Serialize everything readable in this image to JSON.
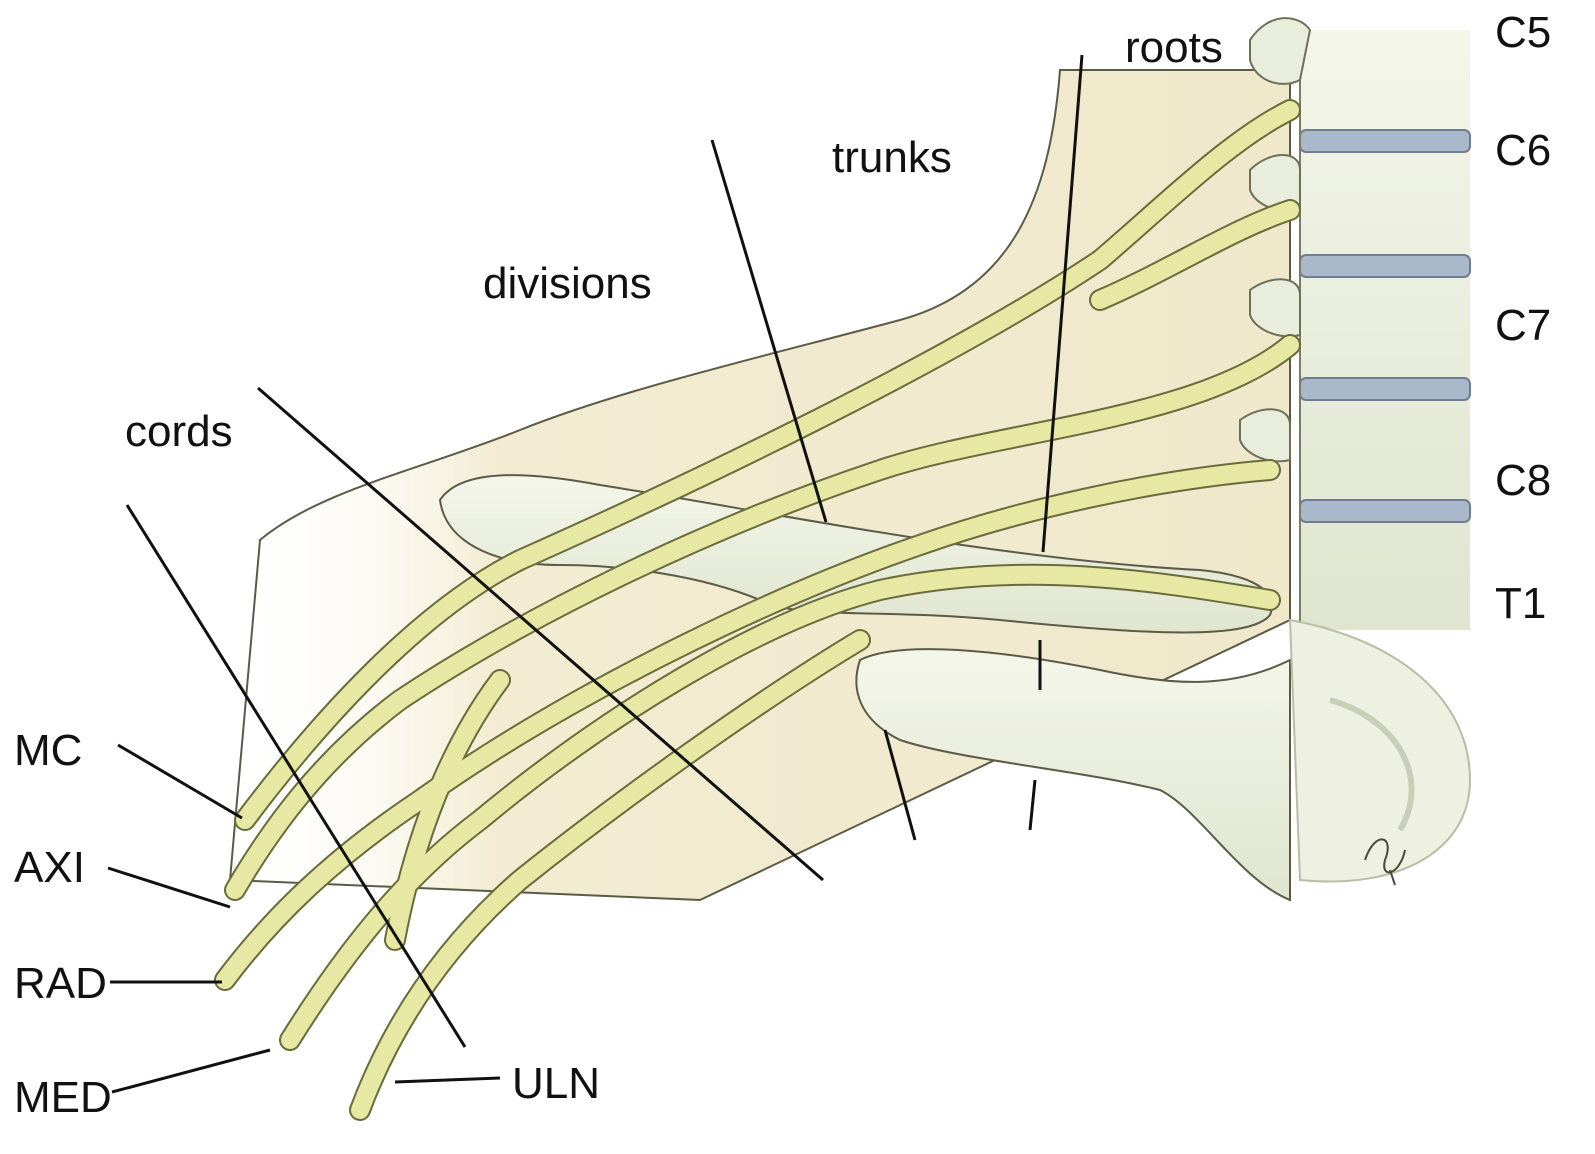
{
  "diagram": {
    "region_labels": {
      "roots": "roots",
      "trunks": "trunks",
      "divisions": "divisions",
      "cords": "cords"
    },
    "spinal_levels": [
      "C5",
      "C6",
      "C7",
      "C8",
      "T1"
    ],
    "terminal_nerves": {
      "mc": "MC",
      "axi": "AXI",
      "rad": "RAD",
      "med": "MED",
      "uln": "ULN"
    },
    "colors": {
      "nerve": "#e6e8a4",
      "nerve_outline": "#6a6b3a",
      "tissue": "#f1ebcf",
      "bone": "#e9eddc",
      "disc": "#aab8cc",
      "leader": "#111111"
    }
  }
}
